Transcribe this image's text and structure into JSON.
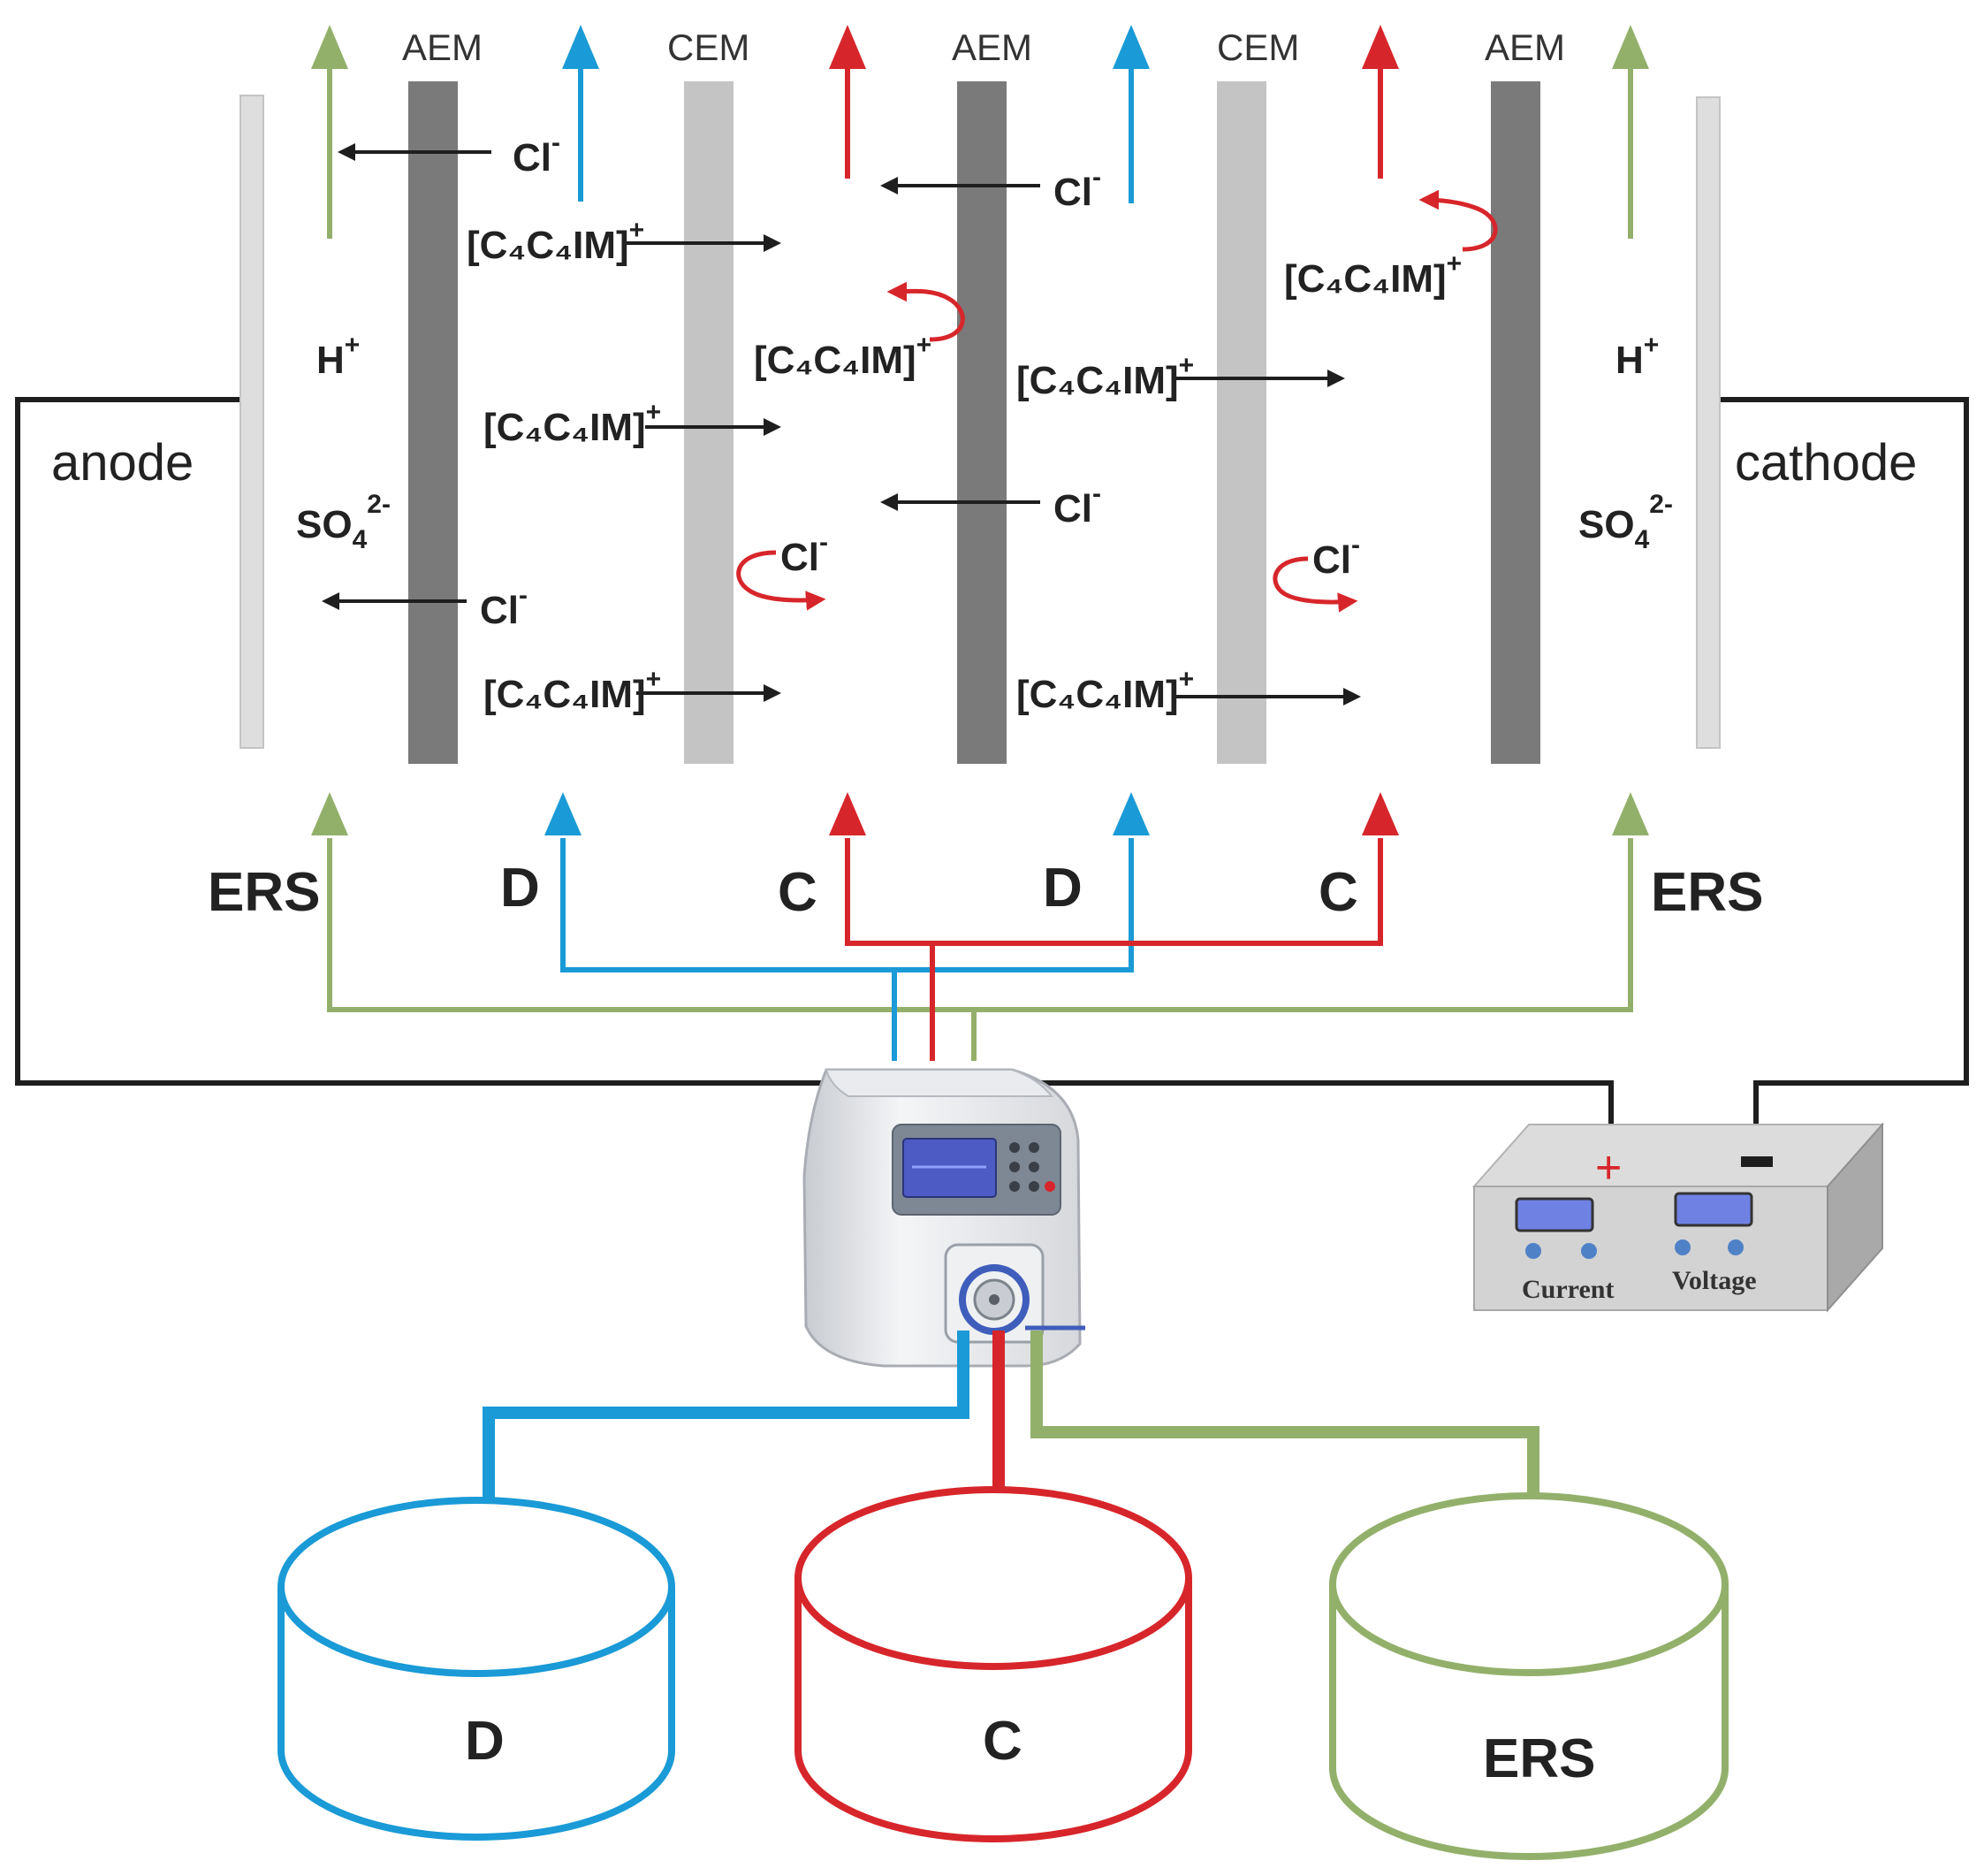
{
  "colors": {
    "dilute": "#1a9ad6",
    "concentrate": "#d7262b",
    "ers": "#93b06b",
    "wire": "#1e1e1e",
    "aem": "#7a7a7a",
    "cem": "#c4c4c4",
    "electrode": "#dedede"
  },
  "membranes": {
    "aem_label": "AEM",
    "cem_label": "CEM"
  },
  "electrodes": {
    "anode": "anode",
    "cathode": "cathode"
  },
  "ions": {
    "chloride": "Cl",
    "chloride_charge": "-",
    "cation": "[C₄C₄IM]",
    "cation_charge": "+",
    "proton": "H",
    "proton_charge": "+",
    "sulfate": "SO",
    "sulfate_sub": "4",
    "sulfate_charge": "2-"
  },
  "streams": {
    "ers": "ERS",
    "dilute": "D",
    "concentrate": "C"
  },
  "power_supply": {
    "plus": "+",
    "current_label": "Current",
    "voltage_label": "Voltage"
  },
  "tanks": {
    "dilute": "D",
    "concentrate": "C",
    "ers": "ERS"
  },
  "icons": {
    "pump": "peristaltic-pump-icon",
    "power_supply": "dc-power-supply-icon"
  }
}
